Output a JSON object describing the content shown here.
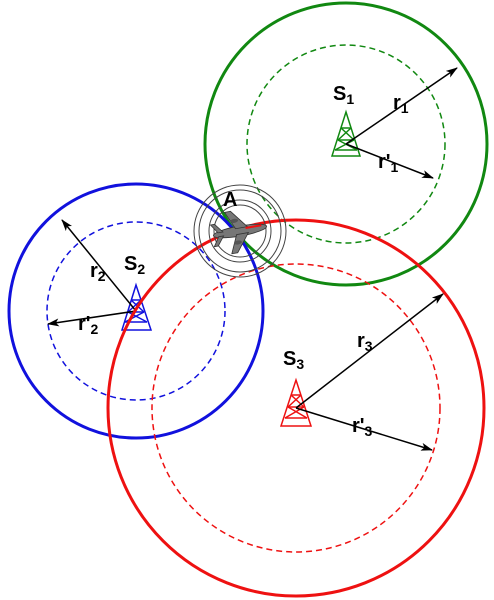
{
  "stations": [
    {
      "name": "S",
      "index": "1",
      "color": "#118811",
      "outer_radius": "r",
      "outer_sub": "1",
      "inner_radius": "r'",
      "inner_sub": "1"
    },
    {
      "name": "S",
      "index": "2",
      "color": "#1111dd",
      "outer_radius": "r",
      "outer_sub": "2",
      "inner_radius": "r'",
      "inner_sub": "2"
    },
    {
      "name": "S",
      "index": "3",
      "color": "#ee1111",
      "outer_radius": "r",
      "outer_sub": "3",
      "inner_radius": "r'",
      "inner_sub": "3"
    }
  ],
  "aircraft": {
    "label": "A",
    "icon": "airplane-icon",
    "body_color": "#777777",
    "accent_color": "#ee1111"
  }
}
